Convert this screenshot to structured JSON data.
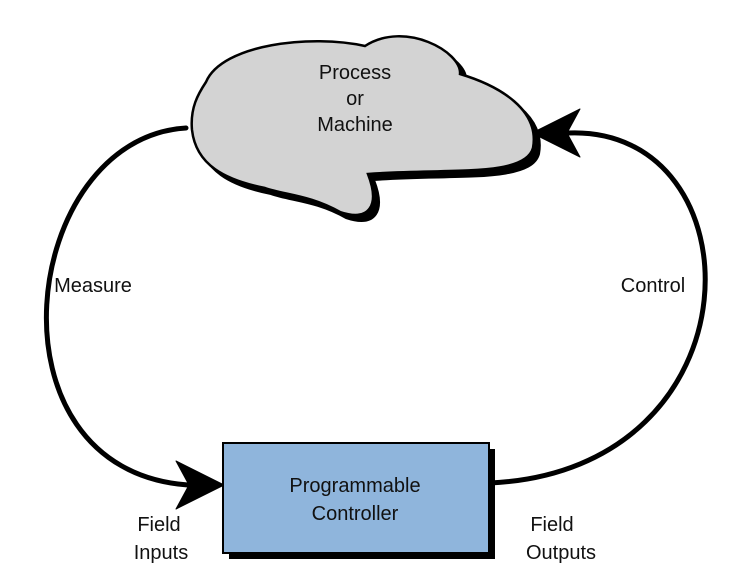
{
  "process_node": {
    "line1": "Process",
    "line2": "or",
    "line3": "Machine",
    "fill": "#d3d3d3",
    "stroke": "#000000"
  },
  "controller_node": {
    "line1": "Programmable",
    "line2": "Controller",
    "fill": "#8fb5dc",
    "stroke": "#000000"
  },
  "edges": {
    "measure_label": "Measure",
    "control_label": "Control"
  },
  "field_inputs": {
    "line1": "Field",
    "line2": "Inputs"
  },
  "field_outputs": {
    "line1": "Field",
    "line2": "Outputs"
  }
}
